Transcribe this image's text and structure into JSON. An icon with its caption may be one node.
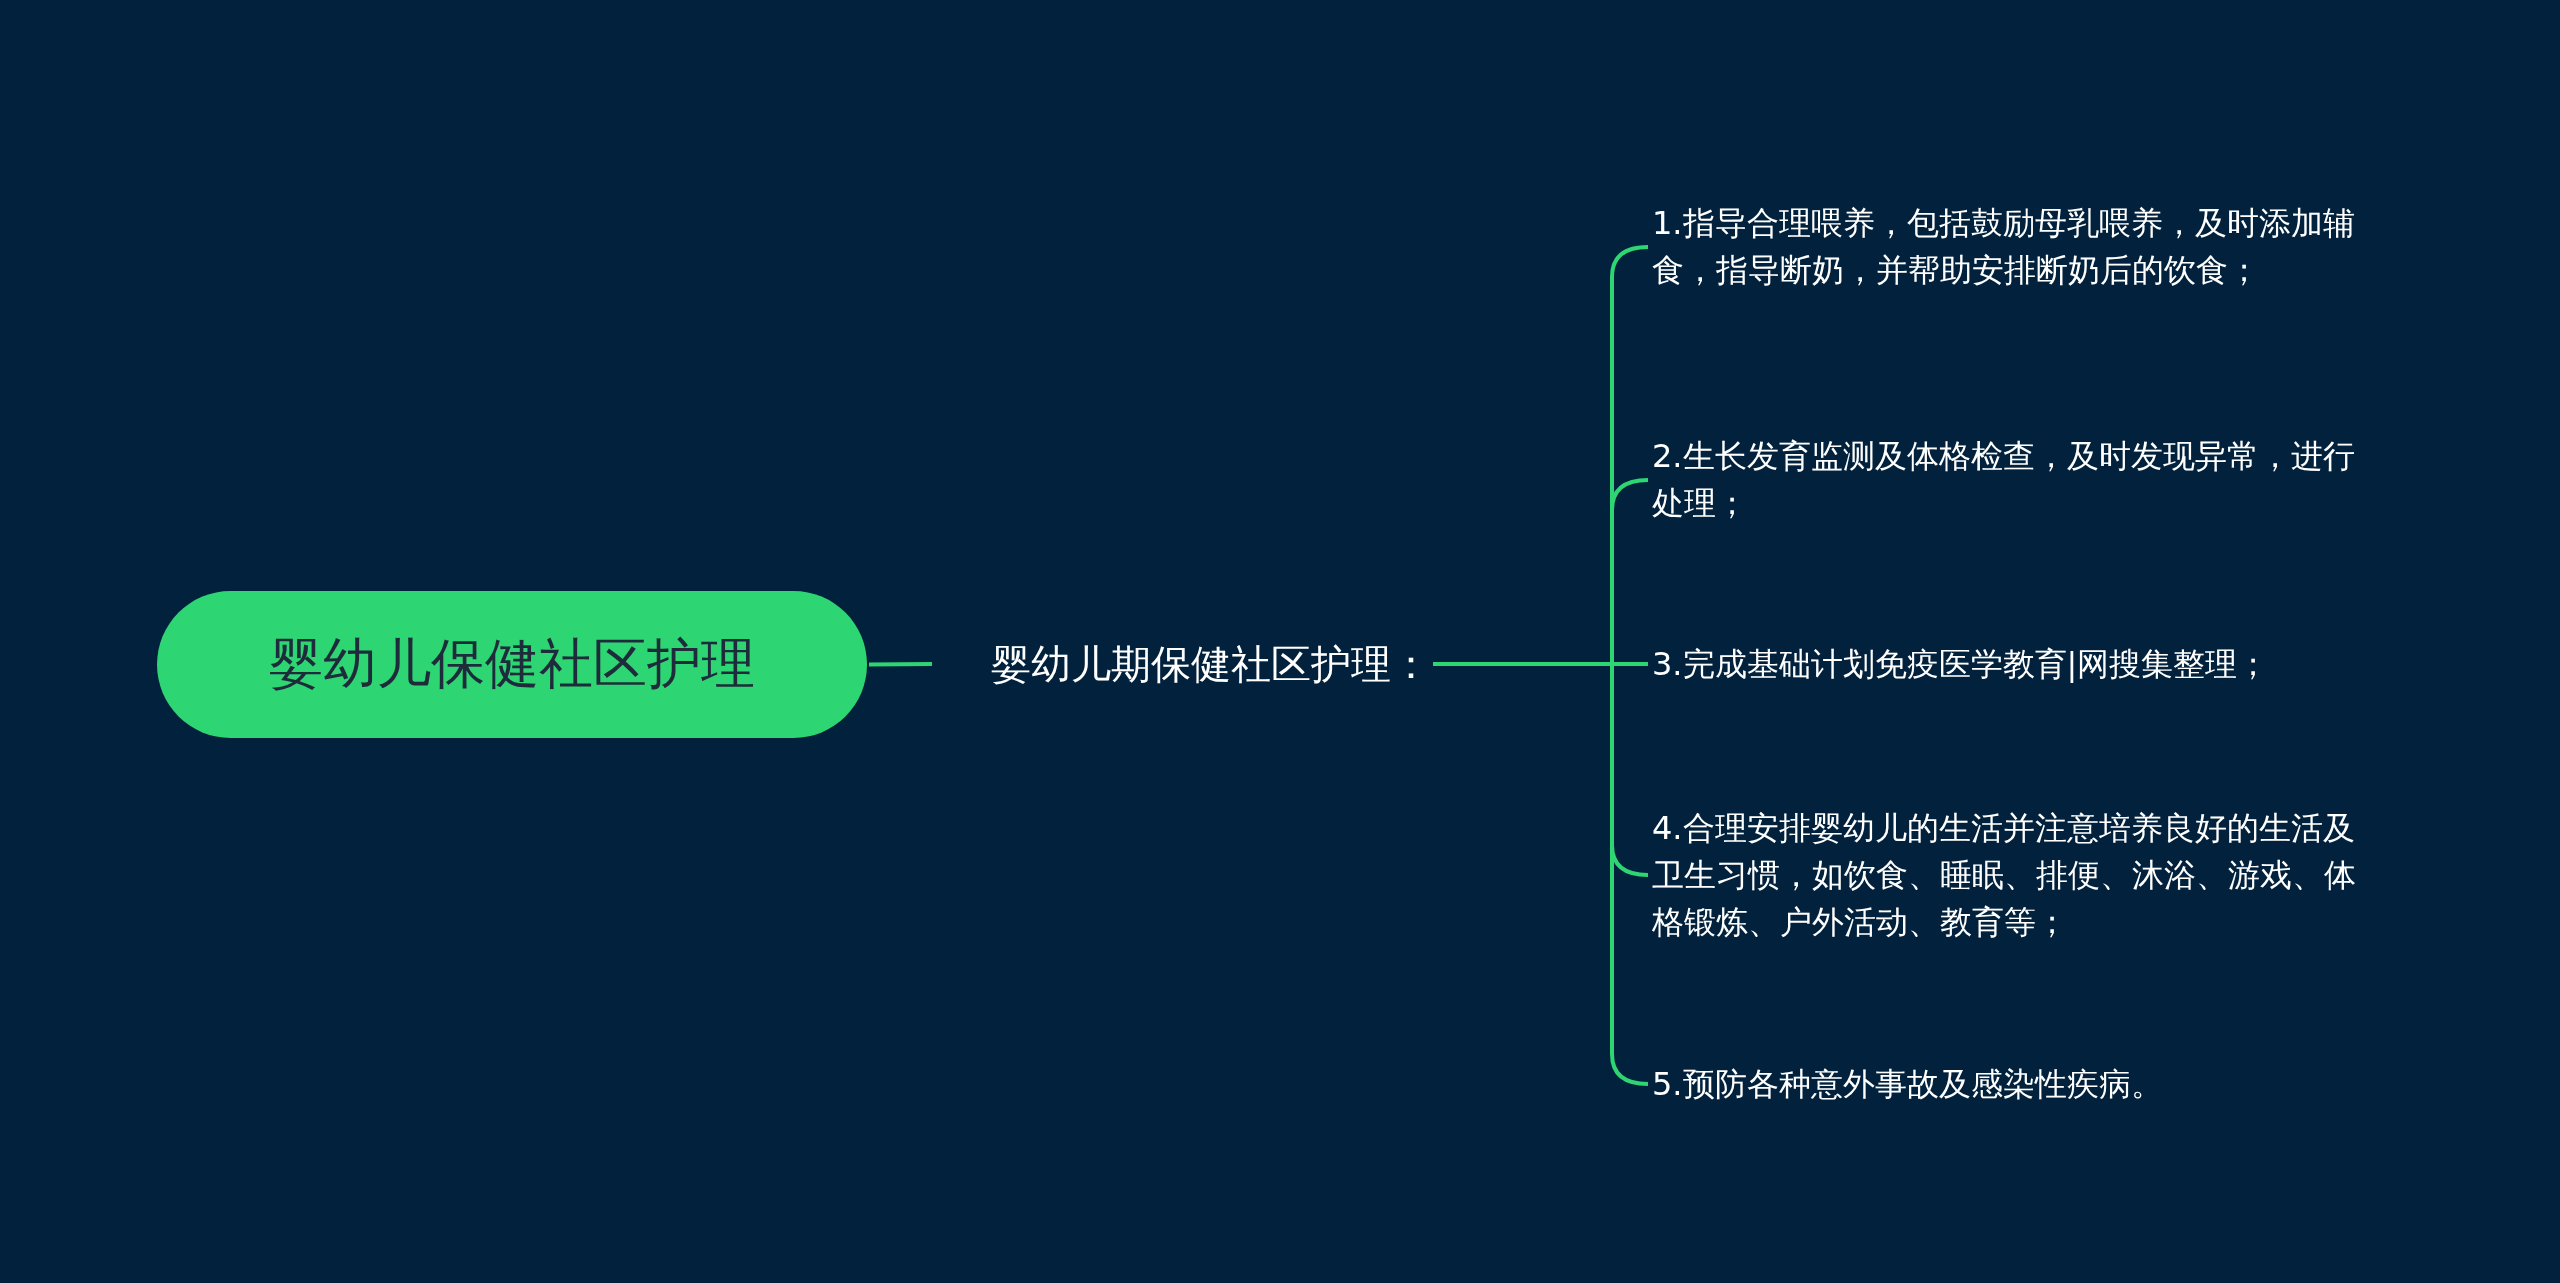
{
  "diagram": {
    "nodes": [
      {
        "text": [
          "婴幼儿保健社区护理"
        ]
      },
      {
        "text": [
          "婴幼儿期保健社区护理："
        ]
      },
      {
        "text": [
          "1.指导合理喂养，包括鼓励母乳喂养，及时添加辅食，指导断奶，并帮助安排断奶后的饮食；"
        ]
      },
      {
        "text": [
          "2.生长发育监测及体格检查，及时发现异常，进行处理；"
        ]
      },
      {
        "text": [
          "3.完成基础计划免疫医学教育|网搜集整理；"
        ]
      },
      {
        "text": [
          "4.合理安排婴幼儿的生活并注意培养良好的生活及卫生习惯，如饮食、睡眠、排便、沐浴、游戏、体格锻炼、户外活动、教育等；"
        ]
      },
      {
        "text": [
          "5.预防各种意外事故及感染性疾病。"
        ]
      }
    ],
    "edges": [
      {
        "from": 0,
        "to": 1,
        "arrow": "none"
      },
      {
        "from": 1,
        "to": 2,
        "arrow": "none"
      },
      {
        "from": 1,
        "to": 3,
        "arrow": "none"
      },
      {
        "from": 1,
        "to": 4,
        "arrow": "none"
      },
      {
        "from": 1,
        "to": 5,
        "arrow": "none"
      },
      {
        "from": 1,
        "to": 6,
        "arrow": "none"
      }
    ]
  }
}
